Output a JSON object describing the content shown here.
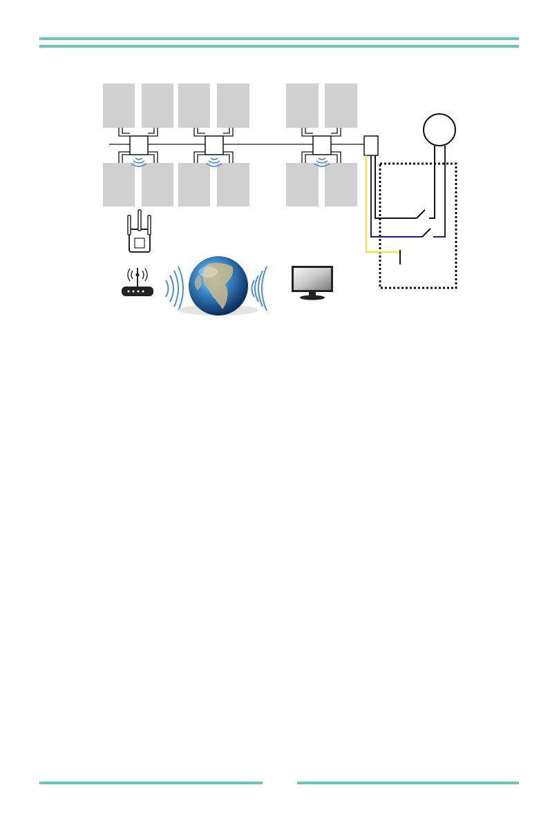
{
  "colors": {
    "accent": "#6cc4b2",
    "panel": "#d0d0d0",
    "wire": "#111111",
    "wire_blue": "#1a1a7a",
    "wire_yellow": "#ffe21a",
    "wifi": "#4a8fd0"
  },
  "diagram": {
    "panel_arrays": [
      {
        "name": "array-1",
        "panels": 4
      },
      {
        "name": "array-2",
        "panels": 4
      },
      {
        "name": "array-3",
        "panels": 4
      }
    ],
    "devices": [
      "wifi-extender-icon",
      "wifi-router-icon",
      "globe-icon",
      "monitor-icon",
      "grid-meter-icon"
    ],
    "enclosure_style": "dotted"
  }
}
